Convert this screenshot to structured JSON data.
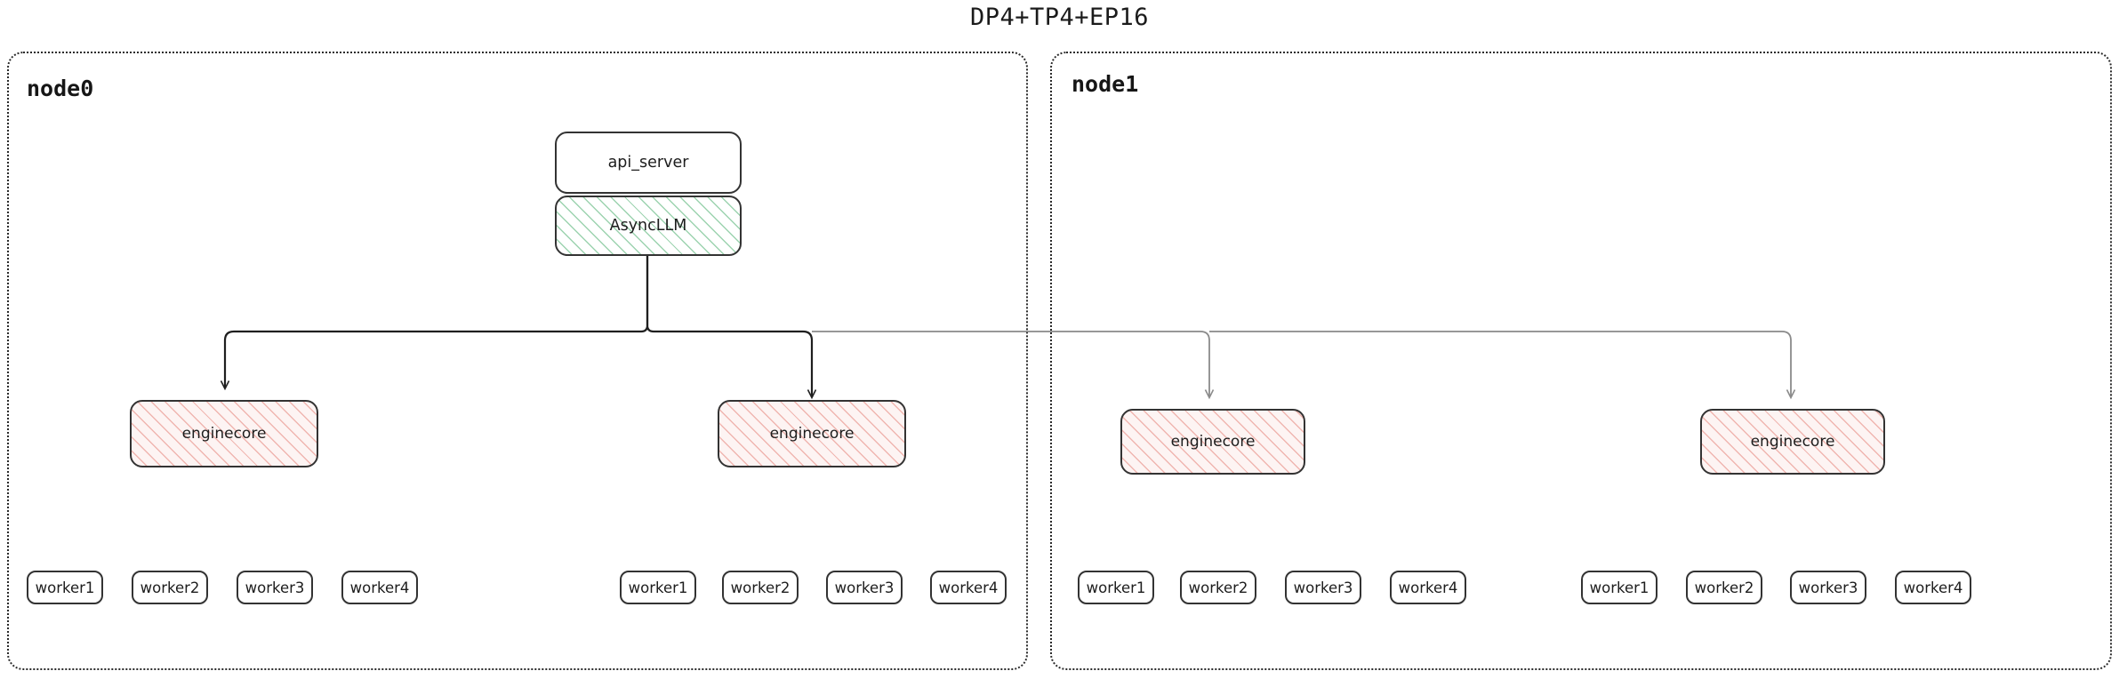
{
  "title": "DP4+TP4+EP16",
  "colors": {
    "node_border": "#2b2b2b",
    "box_border": "#333333",
    "async_hatch": "#4caf6e",
    "engine_hatch": "#e2786e",
    "wire_local": "#1f1f1f",
    "wire_remote": "#8a8a8a",
    "background": "#ffffff",
    "text": "#1d1d1d"
  },
  "nodes": [
    {
      "id": "node0",
      "label": "node0",
      "frontend": {
        "api_server": "api_server",
        "async_llm": "AsyncLLM"
      },
      "enginecores": [
        {
          "label": "enginecore",
          "workers": [
            "worker1",
            "worker2",
            "worker3",
            "worker4"
          ]
        },
        {
          "label": "enginecore",
          "workers": [
            "worker1",
            "worker2",
            "worker3",
            "worker4"
          ]
        }
      ]
    },
    {
      "id": "node1",
      "label": "node1",
      "enginecores": [
        {
          "label": "enginecore",
          "workers": [
            "worker1",
            "worker2",
            "worker3",
            "worker4"
          ]
        },
        {
          "label": "enginecore",
          "workers": [
            "worker1",
            "worker2",
            "worker3",
            "worker4"
          ]
        }
      ]
    }
  ]
}
